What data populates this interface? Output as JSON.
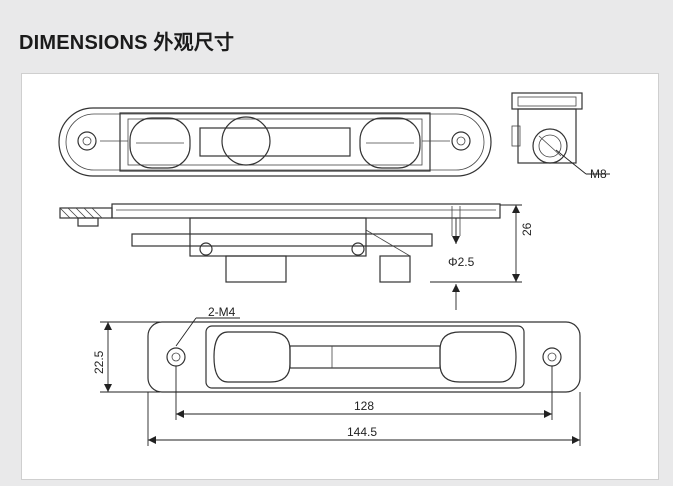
{
  "title": "DIMENSIONS 外观尺寸",
  "labels": {
    "thread": "M8",
    "hole_dia": "Φ2.5",
    "height": "26",
    "holes": "2-M4",
    "width": "22.5",
    "hole_spacing": "128",
    "overall_length": "144.5"
  },
  "colors": {
    "background": "#e9e9ea",
    "panel": "#ffffff",
    "line": "#333333"
  }
}
